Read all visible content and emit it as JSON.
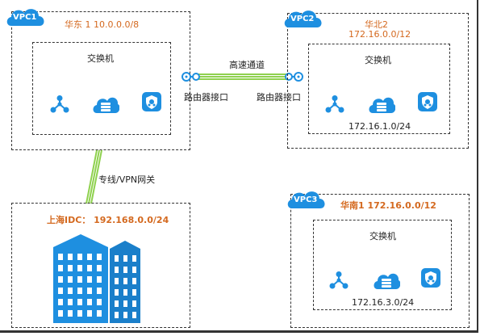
{
  "vpc1": {
    "badge": "VPC1",
    "region": "华东 1 10.0.0.0/8",
    "switch_label": "交换机"
  },
  "vpc2": {
    "badge": "VPC2",
    "region": "华北2",
    "cidr": "172.16.0.0/12",
    "switch_label": "交换机",
    "subnet": "172.16.1.0/24"
  },
  "vpc3": {
    "badge": "VPC3",
    "region": "华南1 172.16.0.0/12",
    "switch_label": "交换机",
    "subnet": "172.16.3.0/24"
  },
  "idc": {
    "title": "上海IDC： 192.168.0.0/24"
  },
  "links": {
    "express_connect": "高速通道",
    "router_interface_left": "路由器接口",
    "router_interface_right": "路由器接口",
    "leased_line": "专线/VPN网关"
  },
  "icons": {
    "network_icon": "network-nodes-icon",
    "database_icon": "cloud-database-icon",
    "security_icon": "security-shield-icon",
    "router_icon": "router-interface-icon",
    "building_icon": "office-building-icon"
  },
  "colors": {
    "accent_blue": "#1e8fe0",
    "label_orange": "#d4691f",
    "link_green": "#8fd14f"
  }
}
